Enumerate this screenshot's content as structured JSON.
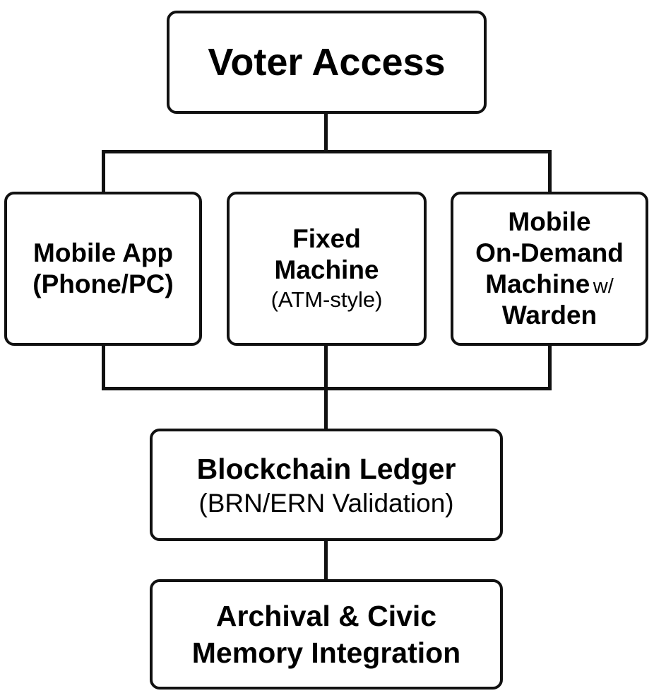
{
  "diagram": {
    "top": {
      "title": "Voter Access"
    },
    "channels": [
      {
        "lines": [
          "Mobile App",
          "(Phone/PC)"
        ]
      },
      {
        "lines": [
          "Fixed",
          "Machine"
        ],
        "sub": "(ATM-style)"
      },
      {
        "lines": [
          "Mobile",
          "On-Demand",
          "Machine"
        ],
        "suffix": "w/",
        "last": "Warden"
      }
    ],
    "ledger": {
      "title": "Blockchain Ledger",
      "sub": "(BRN/ERN Validation)"
    },
    "archive": {
      "lines": [
        "Archival & Civic",
        "Memory Integration"
      ]
    }
  }
}
